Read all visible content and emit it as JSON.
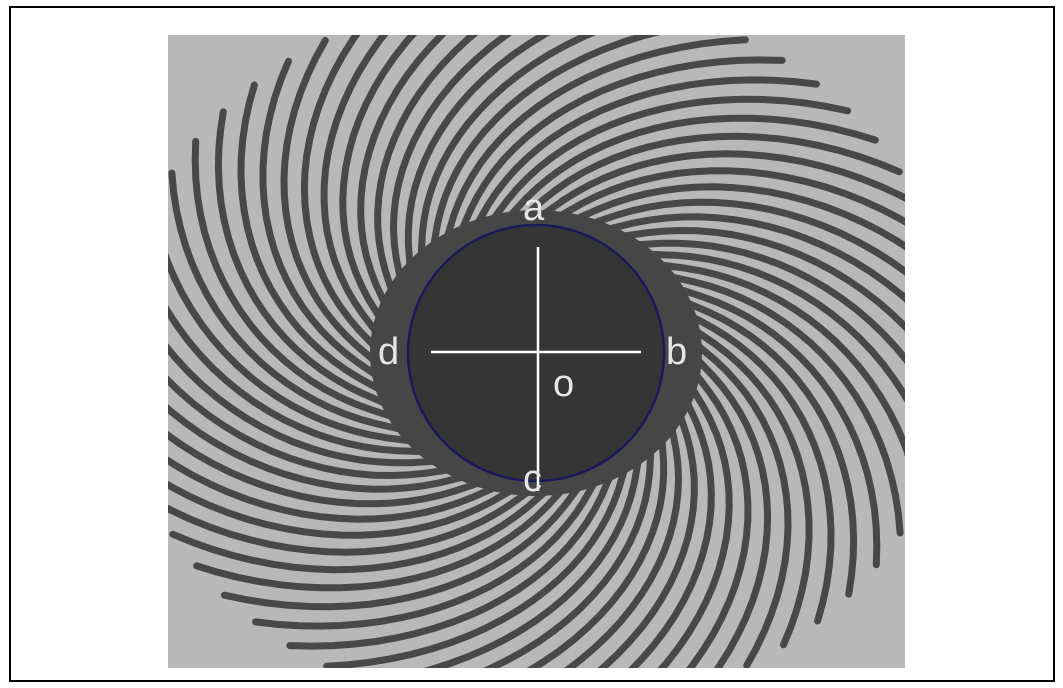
{
  "figure": {
    "labels": {
      "top": "a",
      "right": "b",
      "bottom": "c",
      "left": "d",
      "center": "o"
    },
    "colors": {
      "background": "#b8b8b8",
      "spokes": "#484848",
      "halo": "#464646",
      "disc": "#353535",
      "disc_outline": "#1a1a5a",
      "crosshair": "#ffffff",
      "label_text": "#e6e6e6"
    },
    "spoke_count": 60
  }
}
